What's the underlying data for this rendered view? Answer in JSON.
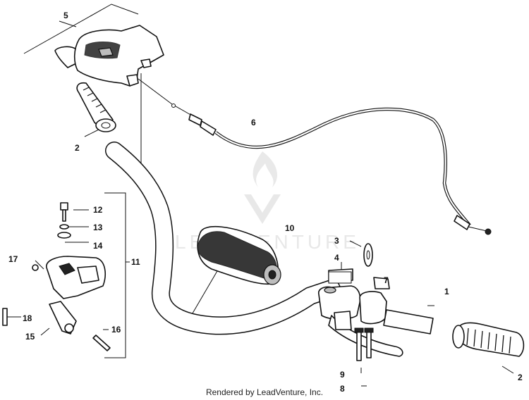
{
  "watermark": {
    "text": "LEADVENTURE"
  },
  "footer": {
    "text": "Rendered by LeadVenture, Inc."
  },
  "callouts": {
    "c1": "1",
    "c2a": "2",
    "c2b": "2",
    "c3": "3",
    "c4": "4",
    "c5": "5",
    "c6": "6",
    "c7": "7",
    "c8": "8",
    "c9": "9",
    "c10": "10",
    "c11": "11",
    "c12": "12",
    "c13": "13",
    "c14": "14",
    "c15": "15",
    "c16": "16",
    "c17": "17",
    "c18": "18"
  }
}
